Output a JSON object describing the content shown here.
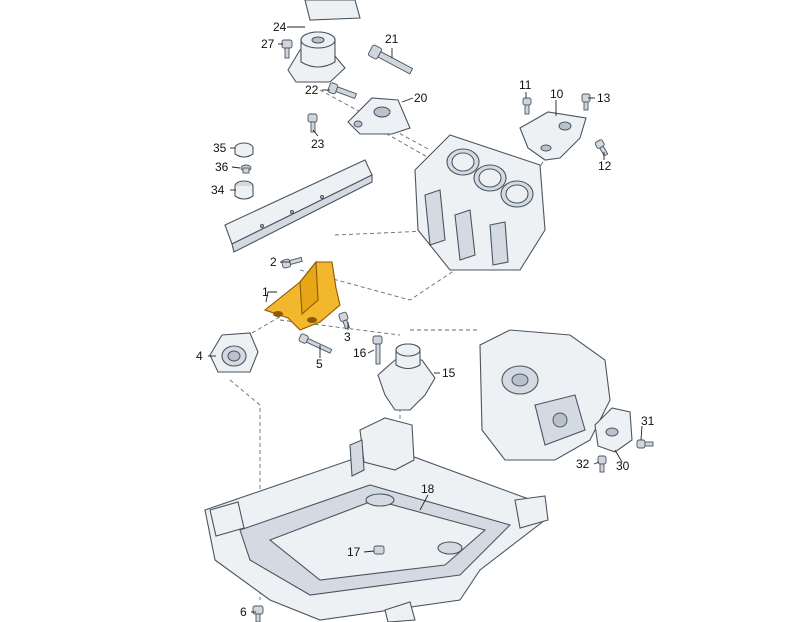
{
  "diagram": {
    "callouts": [
      {
        "id": "1",
        "text": "1"
      },
      {
        "id": "2",
        "text": "2"
      },
      {
        "id": "3",
        "text": "3"
      },
      {
        "id": "4",
        "text": "4"
      },
      {
        "id": "5",
        "text": "5"
      },
      {
        "id": "6",
        "text": "6"
      },
      {
        "id": "10",
        "text": "10"
      },
      {
        "id": "11",
        "text": "11"
      },
      {
        "id": "12",
        "text": "12"
      },
      {
        "id": "13",
        "text": "13"
      },
      {
        "id": "15",
        "text": "15"
      },
      {
        "id": "16",
        "text": "16"
      },
      {
        "id": "17",
        "text": "17"
      },
      {
        "id": "18",
        "text": "18"
      },
      {
        "id": "20",
        "text": "20"
      },
      {
        "id": "21",
        "text": "21"
      },
      {
        "id": "22",
        "text": "22"
      },
      {
        "id": "23",
        "text": "23"
      },
      {
        "id": "24",
        "text": "24"
      },
      {
        "id": "27",
        "text": "27"
      },
      {
        "id": "30",
        "text": "30"
      },
      {
        "id": "31",
        "text": "31"
      },
      {
        "id": "32",
        "text": "32"
      },
      {
        "id": "34",
        "text": "34"
      },
      {
        "id": "35",
        "text": "35"
      },
      {
        "id": "36",
        "text": "36"
      }
    ],
    "colors": {
      "highlight": "#f2b72c",
      "part_fill": "#eef1f4",
      "part_outline": "#4b5560",
      "leader": "#222222"
    }
  }
}
